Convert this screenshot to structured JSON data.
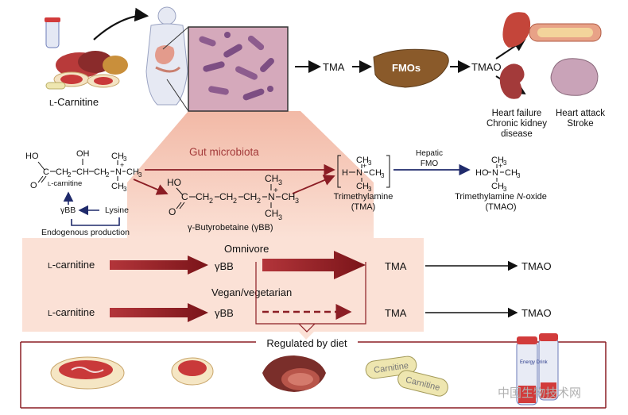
{
  "colors": {
    "dark_red": "#8b1d24",
    "salmon_fill": "#f7cfc0",
    "navy": "#1f2a6b",
    "liver_brown": "#8a5a2a",
    "gut_label": "#a33a3a"
  },
  "top": {
    "carnitine_label": "L-Carnitine",
    "tma": "TMA",
    "fmos": "FMOs",
    "tmao": "TMAO",
    "outcome_left": [
      "Heart failure",
      "Chronic kidney",
      "disease"
    ],
    "outcome_right": [
      "Heart attack",
      "Stroke"
    ]
  },
  "chemistry": {
    "gut_microbiota": "Gut microbiota",
    "carnitine_caption": "L-carnitine",
    "gbb_caption": "γ-Butyrobetaine (γBB)",
    "tma_caption": [
      "Trimethylamine",
      "(TMA)"
    ],
    "hepatic_fmo": [
      "Hepatic",
      "FMO"
    ],
    "tmao_caption": [
      "Trimethylamine N-oxide",
      "(TMAO)"
    ],
    "gbb_short": "γBB",
    "lysine": "Lysine",
    "endogenous": "Endogenous production",
    "atoms": {
      "ho": "HO",
      "oh": "OH",
      "o": "O",
      "h": "H",
      "n": "N",
      "plus": "+",
      "ch3": "CH",
      "sub3": "3",
      "ch2": "CH",
      "sub2": "2",
      "c": "C",
      "ch": "CH",
      "ho_n": "HO–"
    }
  },
  "diet": {
    "omnivore": "Omnivore",
    "vegan": "Vegan/vegetarian",
    "carnitine": "L-carnitine",
    "gbb": "γBB",
    "tma": "TMA",
    "tmao": "TMAO",
    "regulated": "Regulated by diet",
    "pill_text": "Carnitine",
    "bottle_text": "Energy Drink"
  },
  "watermark": "中国生物技术网"
}
